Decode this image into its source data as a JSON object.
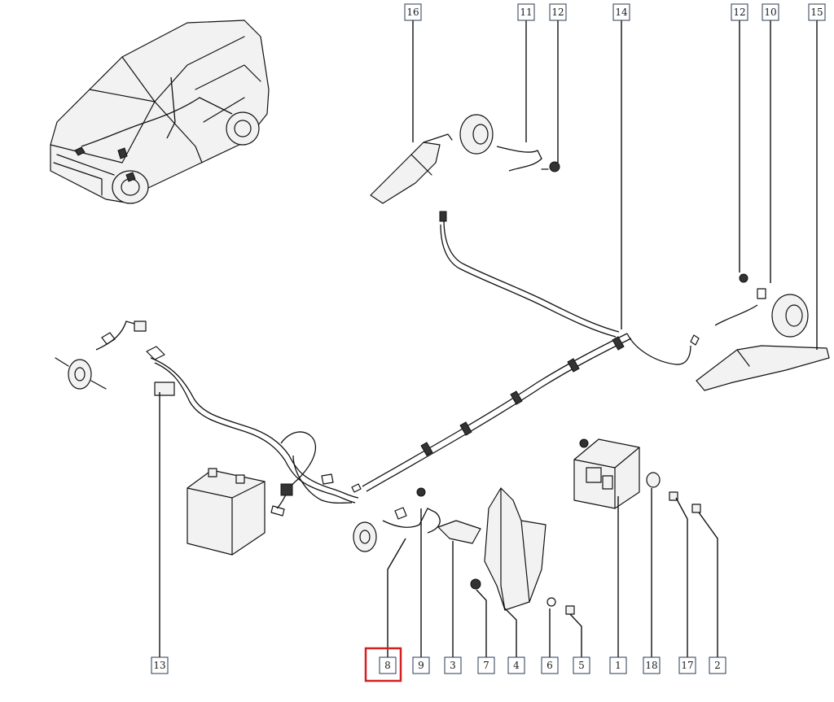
{
  "callouts": [
    {
      "id": "c16",
      "label": "16"
    },
    {
      "id": "c11",
      "label": "11"
    },
    {
      "id": "c12a",
      "label": "12"
    },
    {
      "id": "c14",
      "label": "14"
    },
    {
      "id": "c12b",
      "label": "12"
    },
    {
      "id": "c10",
      "label": "10"
    },
    {
      "id": "c15",
      "label": "15"
    },
    {
      "id": "c13",
      "label": "13"
    },
    {
      "id": "c8",
      "label": "8"
    },
    {
      "id": "c9",
      "label": "9"
    },
    {
      "id": "c3",
      "label": "3"
    },
    {
      "id": "c7",
      "label": "7"
    },
    {
      "id": "c4",
      "label": "4"
    },
    {
      "id": "c6",
      "label": "6"
    },
    {
      "id": "c5",
      "label": "5"
    },
    {
      "id": "c1",
      "label": "1"
    },
    {
      "id": "c18",
      "label": "18"
    },
    {
      "id": "c17",
      "label": "17"
    },
    {
      "id": "c2",
      "label": "2"
    }
  ],
  "selected_callout": "8",
  "colors": {
    "callout_border": "#2a3a55",
    "selection_highlight": "#d42020",
    "line_art": "#111111",
    "background": "#ffffff"
  }
}
